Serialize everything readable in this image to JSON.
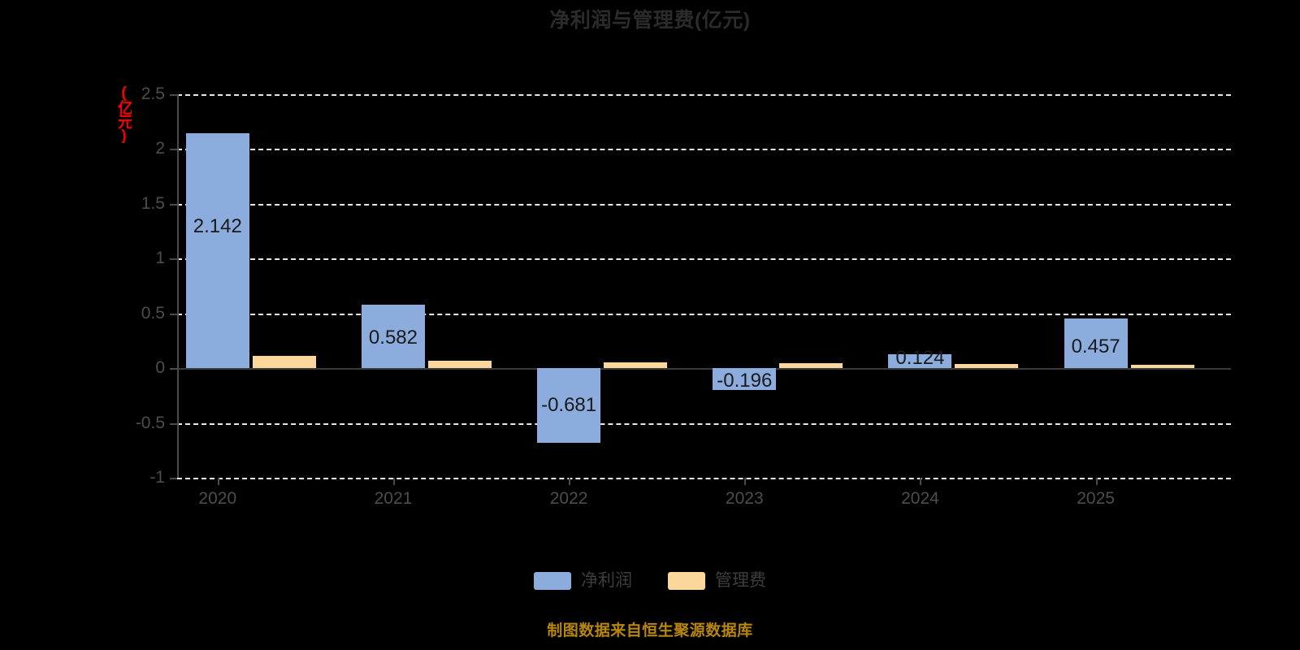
{
  "chart_data": {
    "type": "bar",
    "title": "净利润与管理费(亿元)",
    "xlabel": "",
    "ylabel": "(亿元)",
    "unit_label": "(亿元)",
    "categories": [
      "2020",
      "2021",
      "2022",
      "2023",
      "2024",
      "2025"
    ],
    "series": [
      {
        "name": "净利润",
        "color": "#8bacdd",
        "values": [
          2.142,
          0.582,
          -0.681,
          -0.196,
          0.124,
          0.457
        ],
        "labels": [
          "2.142",
          "0.582",
          "-0.681",
          "-0.196",
          "0.124",
          "0.457"
        ]
      },
      {
        "name": "管理费",
        "color": "#fcd79b",
        "values": [
          0.111,
          0.067,
          0.052,
          0.044,
          0.037,
          0.033
        ],
        "labels": [
          "",
          "",
          "",
          "",
          "",
          ""
        ]
      }
    ],
    "yticks": [
      "2.5",
      "2",
      "1.5",
      "1",
      "0.5",
      "0",
      "-0.5",
      "-1"
    ],
    "ytick_values": [
      2.5,
      2,
      1.5,
      1,
      0.5,
      0,
      -0.5,
      -1
    ],
    "ylim": [
      -1,
      2.5
    ],
    "grid": true,
    "legend_position": "bottom"
  },
  "footer": {
    "note": "制图数据来自恒生聚源数据库"
  }
}
